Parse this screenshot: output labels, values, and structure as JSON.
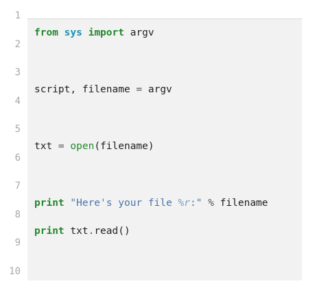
{
  "gutter": {
    "line_numbers": [
      "1",
      "2",
      "3",
      "4",
      "5",
      "6",
      "7",
      "8",
      "9",
      "10"
    ]
  },
  "code": {
    "line1": {
      "kw_from": "from",
      "sp1": " ",
      "module": "sys",
      "sp2": " ",
      "kw_import": "import",
      "rest": " argv"
    },
    "line2": {
      "lhs": "script, filename ",
      "op": "=",
      "rhs": " argv"
    },
    "line3": {
      "lhs": "txt ",
      "op": "=",
      "sp": " ",
      "builtin": "open",
      "args": "(filename)"
    },
    "line4": {
      "kw_print": "print",
      "sp1": " ",
      "str_start": "\"Here's your file ",
      "fmt": "%r",
      "str_end": ":\"",
      "sp2": " ",
      "op": "%",
      "rest": " filename"
    },
    "line5": {
      "kw_print": "print",
      "sp1": " ",
      "obj": "txt",
      "dot": ".",
      "call": "read()"
    }
  },
  "colors": {
    "keyword": "#23882d",
    "module": "#1a8fb3",
    "string": "#4b75a8",
    "line_number": "#a8a8a8",
    "panel_background": "#f2f2f2"
  }
}
